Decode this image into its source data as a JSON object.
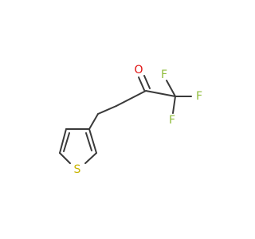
{
  "molecule": {
    "atoms": [
      {
        "id": "O",
        "symbol": "O",
        "color": "#e01010"
      },
      {
        "id": "F1",
        "symbol": "F",
        "color": "#8fbc3c"
      },
      {
        "id": "F2",
        "symbol": "F",
        "color": "#8fbc3c"
      },
      {
        "id": "F3",
        "symbol": "F",
        "color": "#8fbc3c"
      },
      {
        "id": "S",
        "symbol": "S",
        "color": "#c8b400"
      }
    ],
    "bond_color": "#3a3a3a"
  }
}
